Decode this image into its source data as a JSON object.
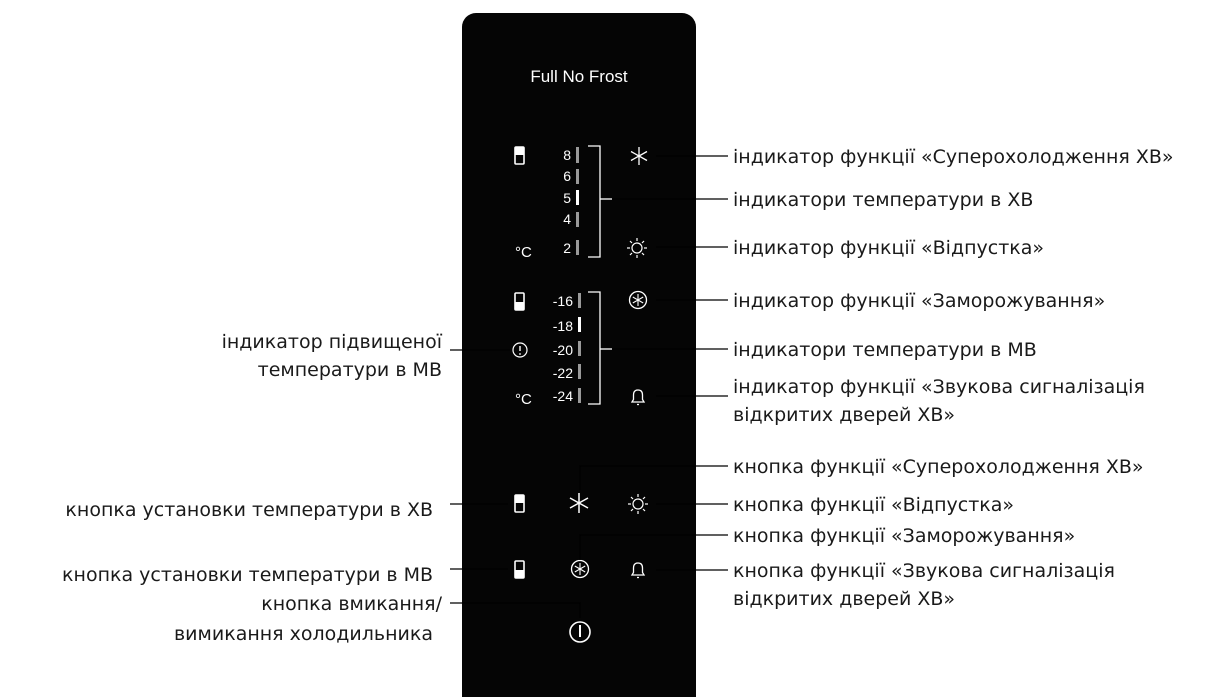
{
  "panel": {
    "title": "Full No Frost",
    "fridge_scale": [
      "8",
      "6",
      "5",
      "4",
      "2"
    ],
    "freezer_scale": [
      "-16",
      "-18",
      "-20",
      "-22",
      "-24"
    ],
    "fridge_active_level": "5",
    "freezer_active_level": "-18",
    "degree_symbol": "°C",
    "icons": [
      "fridge-icon",
      "freezer-icon",
      "snowflake-icon",
      "sun-icon",
      "circled-snowflake-icon",
      "bell-icon",
      "warning-icon",
      "power-icon"
    ],
    "colors": {
      "panel": "#050505",
      "indicator_on": "#ffffff",
      "indicator_off": "#9a9a9a"
    }
  },
  "labels": {
    "super_cool_indicator": "індикатор функції «Суперохолодження ХВ»",
    "fridge_temp_indicators": "індикатори температури в ХВ",
    "vacation_indicator": "індикатор функції «Відпустка»",
    "freeze_indicator": "індикатор функції «Заморожування»",
    "freezer_temp_indicators": "індикатори температури в МВ",
    "door_alarm_indicator_line1": "індикатор функції «Звукова сигналізація",
    "door_alarm_indicator_line2": "відкритих дверей ХВ»",
    "high_temp_indicator_line1": "індикатор підвищеної",
    "high_temp_indicator_line2": "температури в МВ",
    "super_cool_button": "кнопка функції «Суперохолодження ХВ»",
    "vacation_button": "кнопка функції «Відпустка»",
    "freeze_button": "кнопка функції «Заморожування»",
    "door_alarm_button_line1": "кнопка функції «Звукова сигналізація",
    "door_alarm_button_line2": "відкритих дверей ХВ»",
    "fridge_temp_button": "кнопка установки температури в ХВ",
    "freezer_temp_button": "кнопка установки температури в МВ",
    "power_button_line1": "кнопка вмикання/",
    "power_button_line2": "вимикання холодильника"
  }
}
